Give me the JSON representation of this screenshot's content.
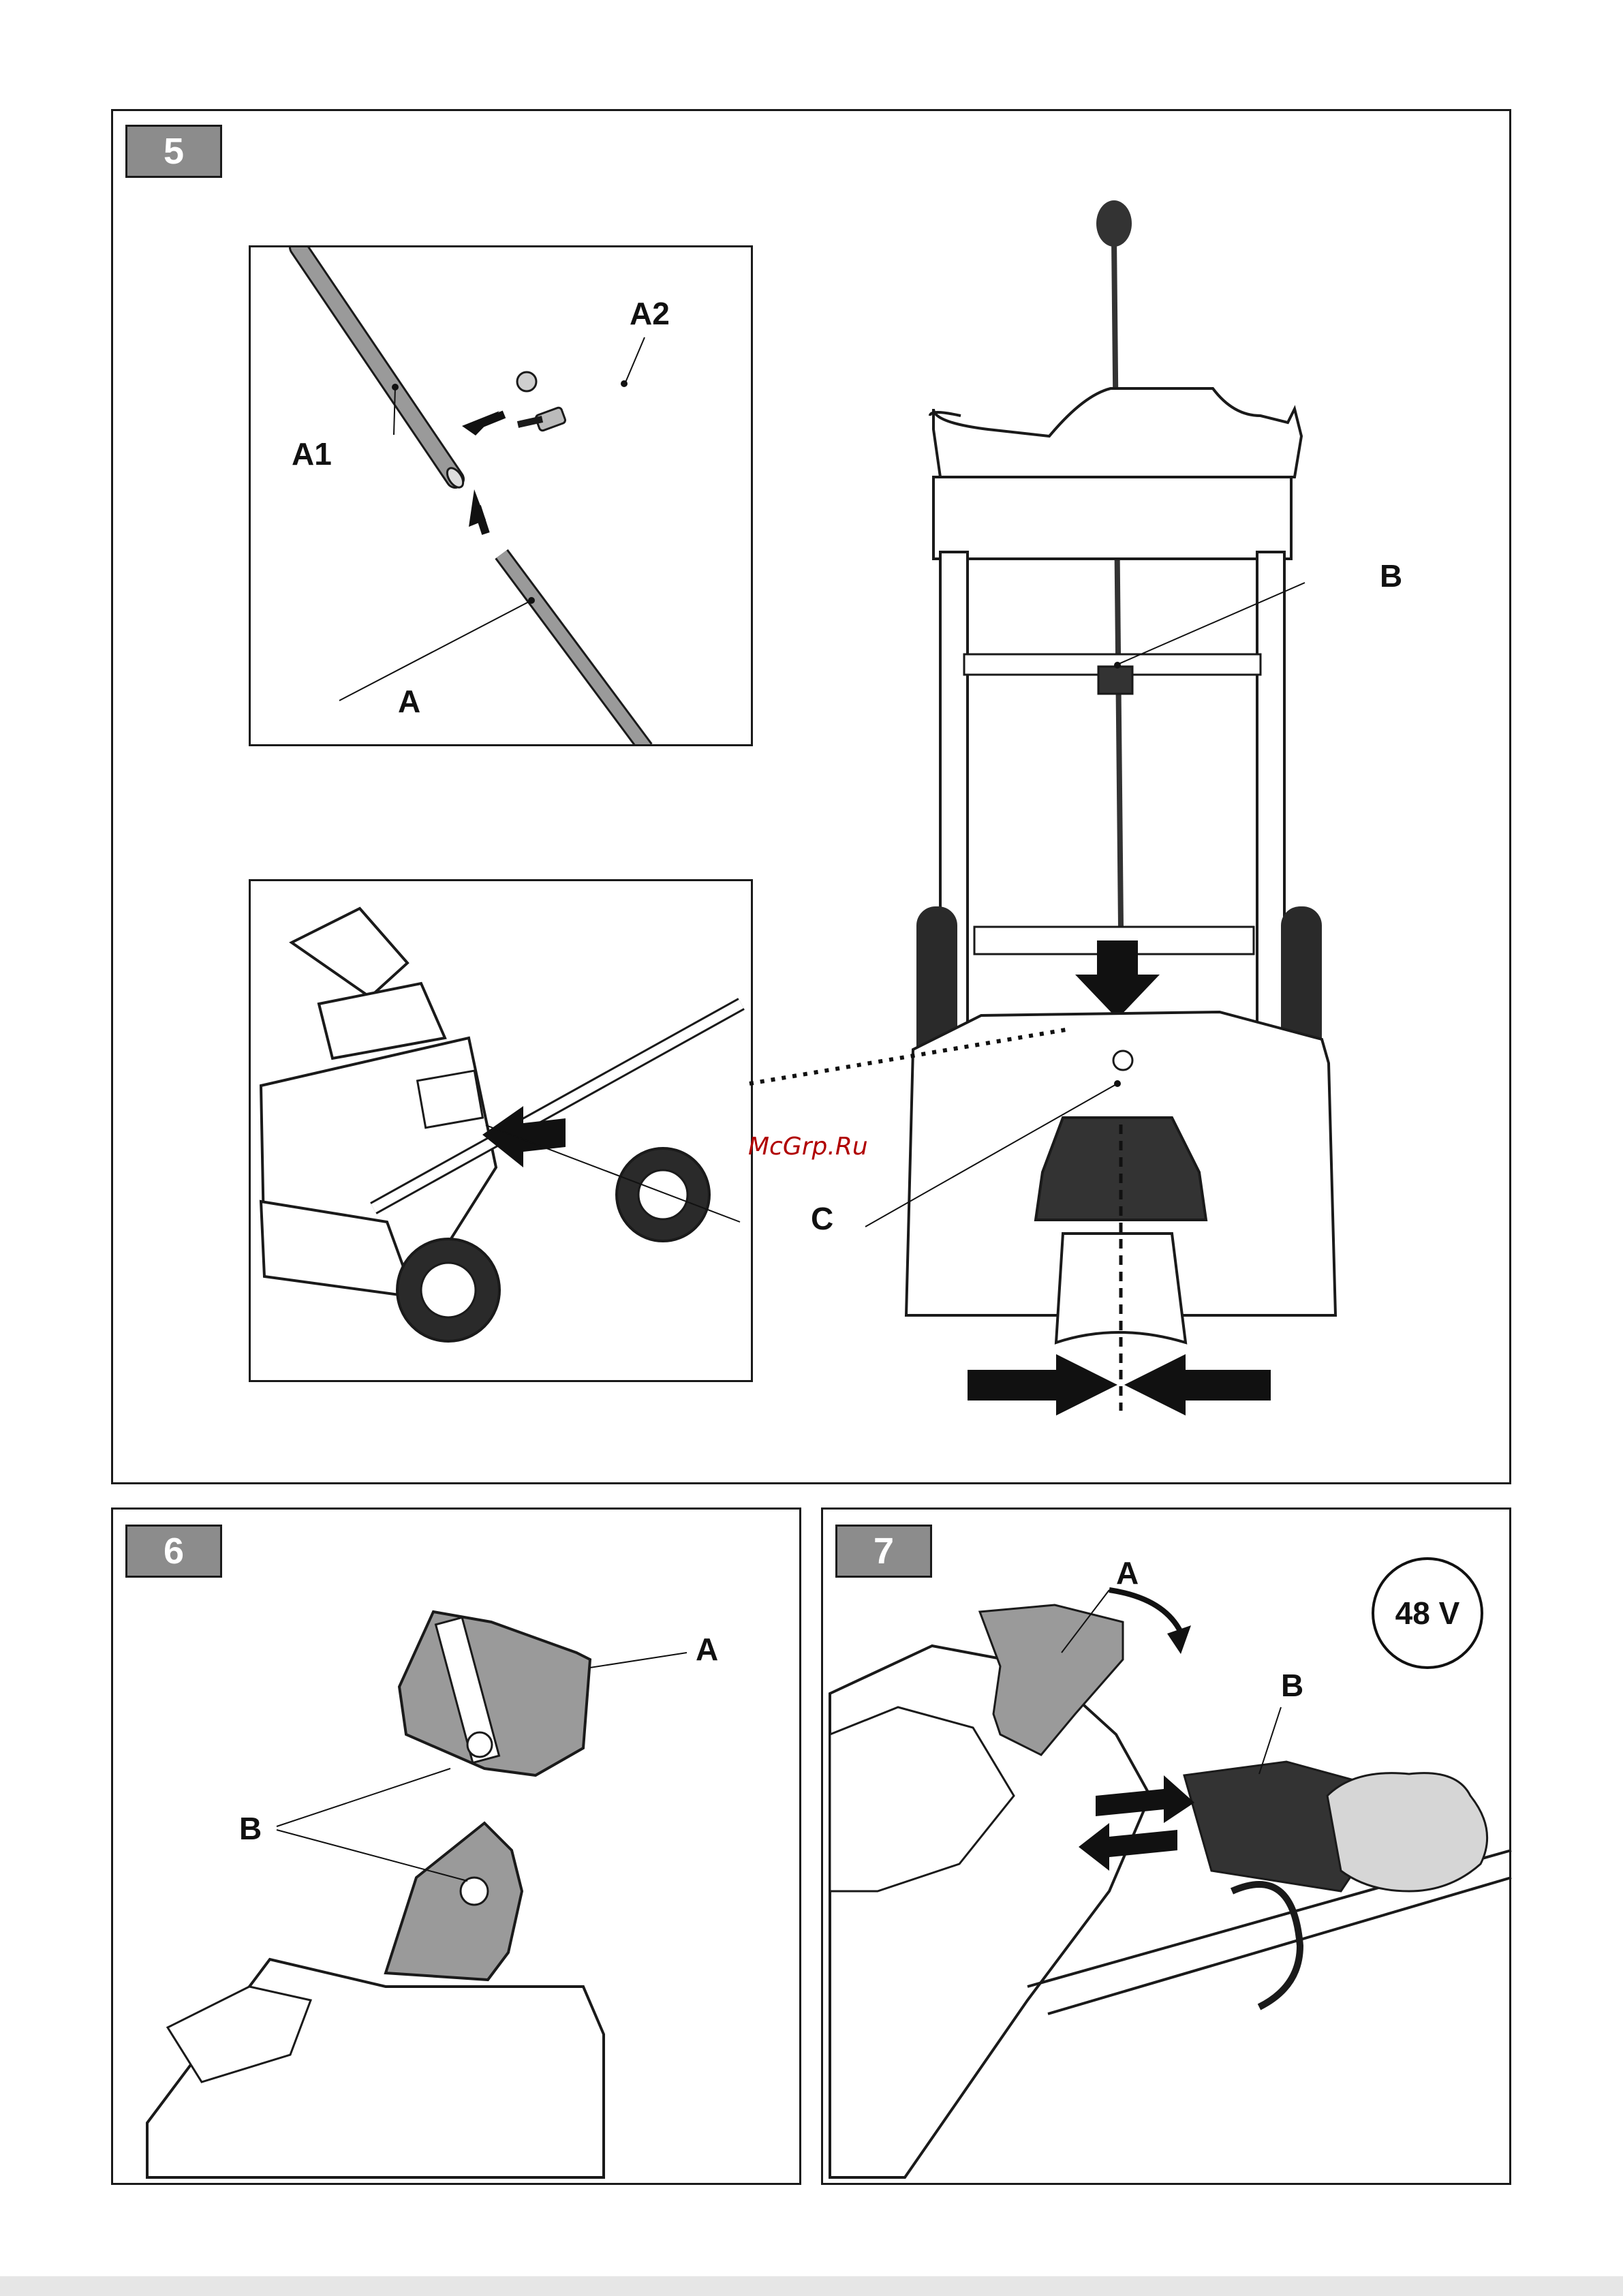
{
  "figures": [
    {
      "number": "5",
      "callouts": {
        "a1": "A1",
        "a2": "A2",
        "a": "A",
        "b": "B",
        "c": "C"
      }
    },
    {
      "number": "6",
      "callouts": {
        "a": "A",
        "b": "B"
      }
    },
    {
      "number": "7",
      "callouts": {
        "a": "A",
        "b": "B"
      },
      "voltage_badge": "48 V"
    }
  ],
  "watermark": "McGrp.Ru",
  "colors": {
    "part_gray": "#9a9a9a",
    "outline": "#1a1a1a",
    "badge_gray": "#8c8c8c",
    "watermark_red": "#b00000"
  }
}
